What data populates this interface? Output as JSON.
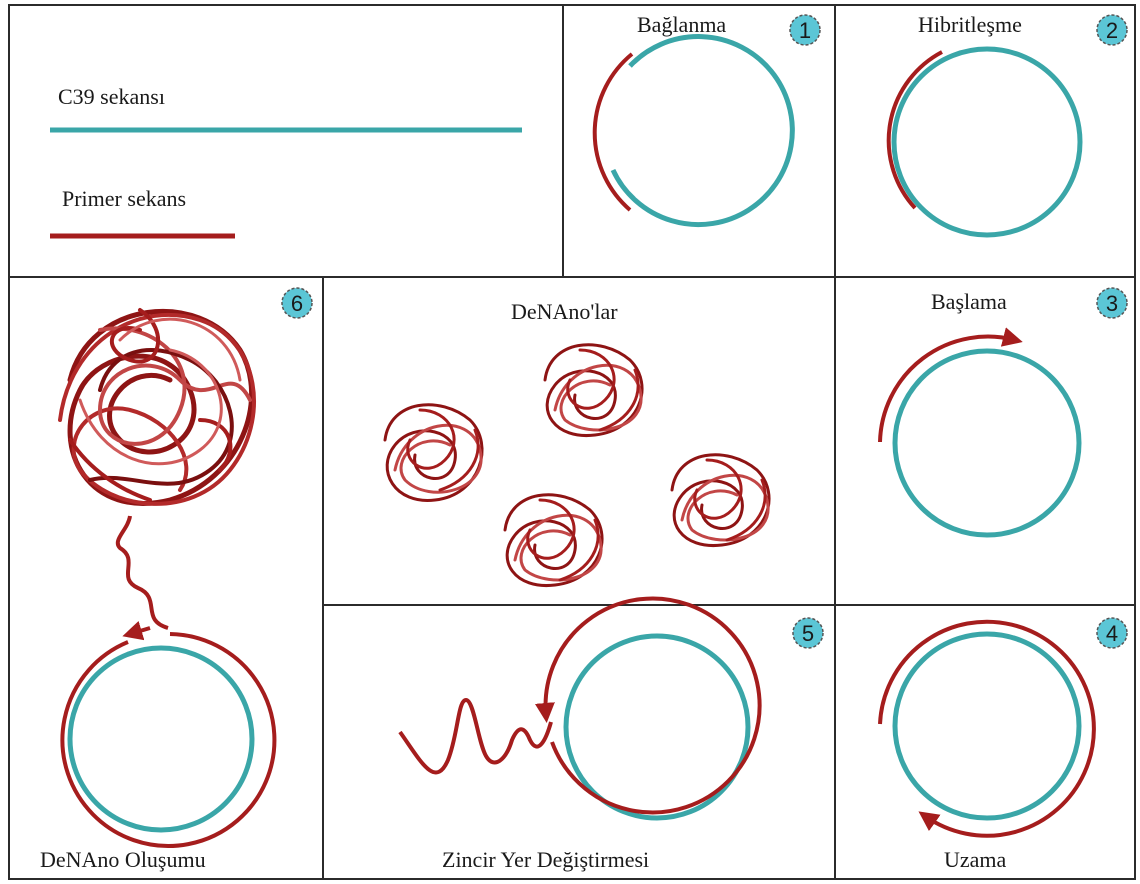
{
  "legend": {
    "c39_label": "C39 sekansı",
    "primer_label": "Primer sekans"
  },
  "steps": {
    "binding": {
      "title": "Bağlanma",
      "number": "1"
    },
    "hybridization": {
      "title": "Hibritleşme",
      "number": "2"
    },
    "initiation": {
      "title": "Başlama",
      "number": "3"
    },
    "elongation": {
      "title": "Uzama",
      "number": "4"
    },
    "strand_displacement": {
      "title": "Zincir Yer Değiştirmesi",
      "number": "5"
    },
    "formation": {
      "title": "DeNAno Oluşumu",
      "number": "6"
    },
    "denanos": {
      "title": "DeNAno'lar"
    }
  },
  "colors": {
    "c39": "#3aa6a8",
    "primer": "#a51d1d",
    "badge": "#5bc6d6",
    "border": "#2b2b2b"
  }
}
